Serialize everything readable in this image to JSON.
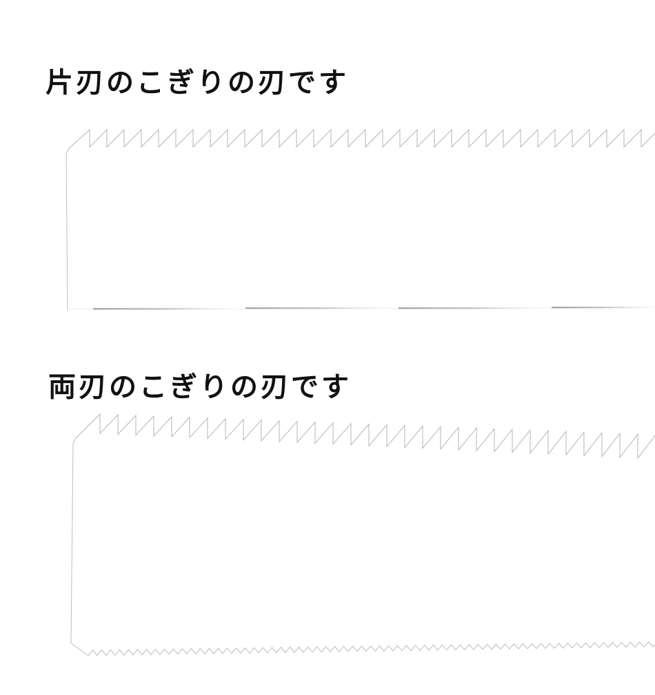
{
  "sections": [
    {
      "id": "single-edged",
      "title": "片刃のこぎりの刃です",
      "blade": {
        "type": "single-edged saw blade",
        "stroke_color": "#b8b8b8",
        "bottom_edge_color": "#8a8a8a"
      }
    },
    {
      "id": "double-edged",
      "title": "両刃のこぎりの刃です",
      "blade": {
        "type": "double-edged saw blade",
        "stroke_color": "#b8b8b8"
      }
    }
  ]
}
